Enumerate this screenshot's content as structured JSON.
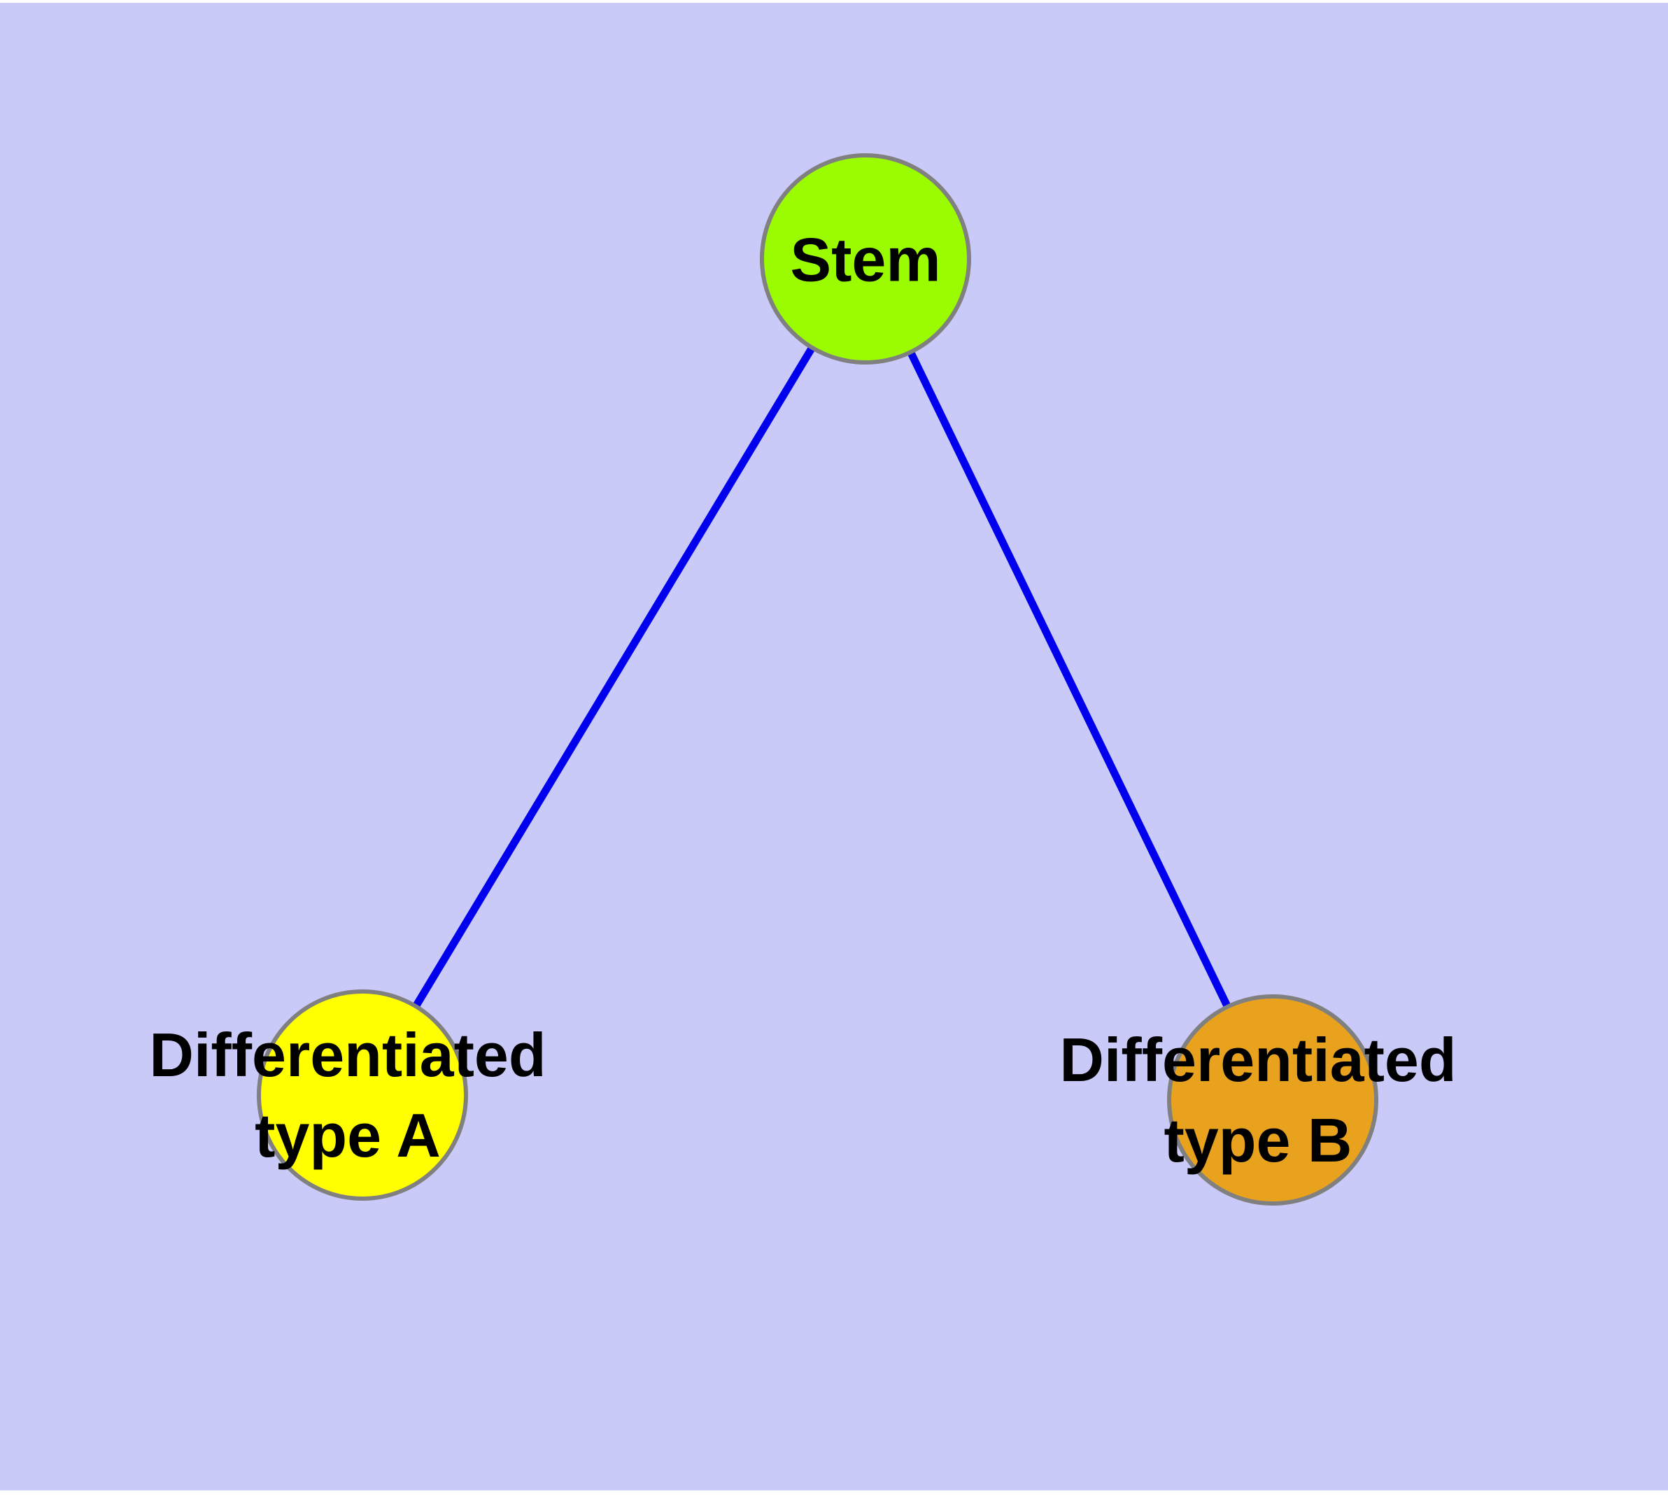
{
  "diagram": {
    "background_color": "#cacaf8",
    "edge_color": "#0000ee",
    "node_border_color": "#808080",
    "label_color": "#000000",
    "nodes": [
      {
        "id": "stem",
        "lines": [
          "Stem"
        ],
        "fill": "#9bfb00"
      },
      {
        "id": "differentiated-type-a",
        "lines": [
          "Differentiated",
          "type A"
        ],
        "fill": "#ffff00"
      },
      {
        "id": "differentiated-type-b",
        "lines": [
          "Differentiated",
          "type B"
        ],
        "fill": "#e8a21e"
      }
    ],
    "edges": [
      {
        "from": "Stem",
        "to": "Differentiated type A"
      },
      {
        "from": "Stem",
        "to": "Differentiated type B"
      }
    ]
  }
}
